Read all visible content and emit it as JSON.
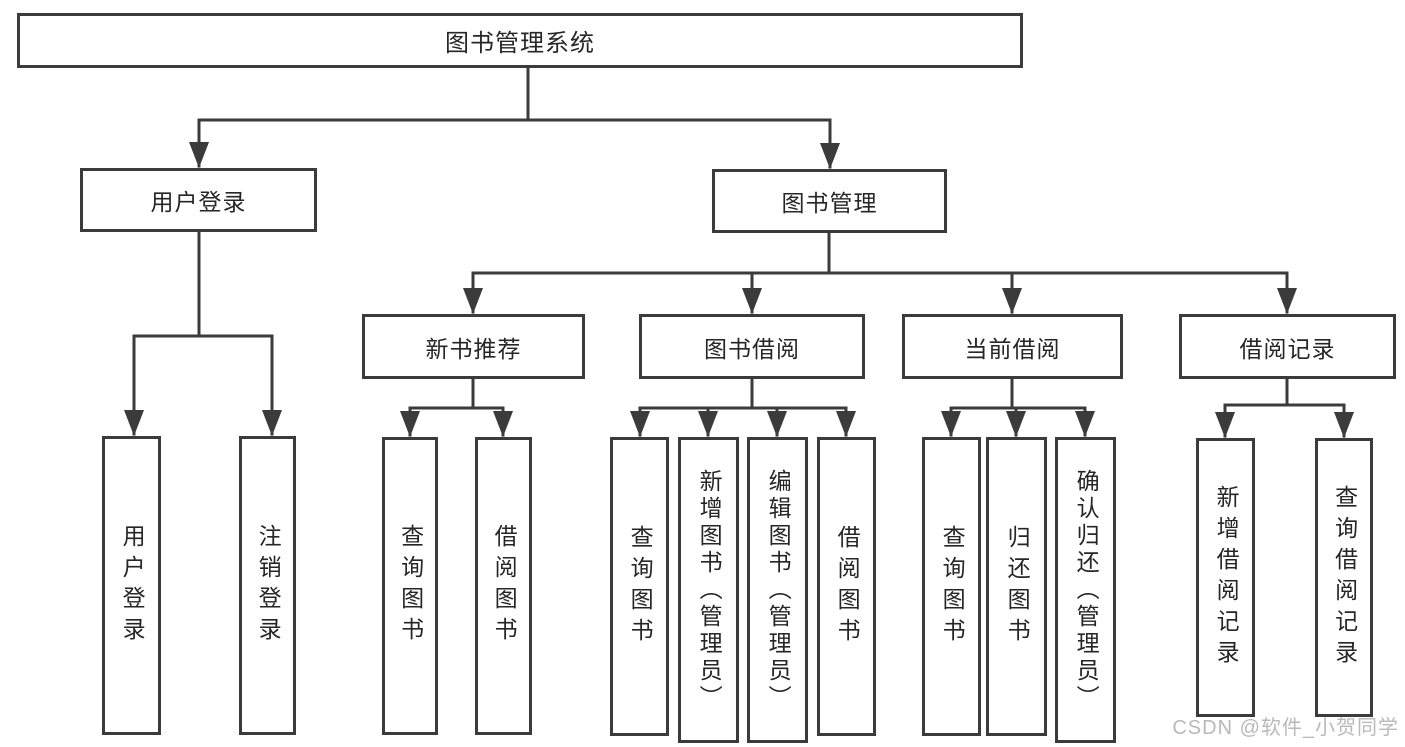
{
  "tree": {
    "label": "图书管理系统",
    "children": [
      {
        "label": "用户登录",
        "children": [
          {
            "label": "用户登录"
          },
          {
            "label": "注销登录"
          }
        ]
      },
      {
        "label": "图书管理",
        "children": [
          {
            "label": "新书推荐",
            "children": [
              {
                "label": "查询图书"
              },
              {
                "label": "借阅图书"
              }
            ]
          },
          {
            "label": "图书借阅",
            "children": [
              {
                "label": "查询图书"
              },
              {
                "label": "新增图书（管理员）"
              },
              {
                "label": "编辑图书（管理员）"
              },
              {
                "label": "借阅图书"
              }
            ]
          },
          {
            "label": "当前借阅",
            "children": [
              {
                "label": "查询图书"
              },
              {
                "label": "归还图书"
              },
              {
                "label": "确认归还（管理员）"
              }
            ]
          },
          {
            "label": "借阅记录",
            "children": [
              {
                "label": "新增借阅记录"
              },
              {
                "label": "查询借阅记录"
              }
            ]
          }
        ]
      }
    ]
  },
  "watermark": "CSDN @软件_小贺同学",
  "colors": {
    "line": "#3b3b3b",
    "text": "#262626",
    "box_background": "#ffffff",
    "watermark": "#b9b9b9",
    "background": "#ffffff"
  }
}
